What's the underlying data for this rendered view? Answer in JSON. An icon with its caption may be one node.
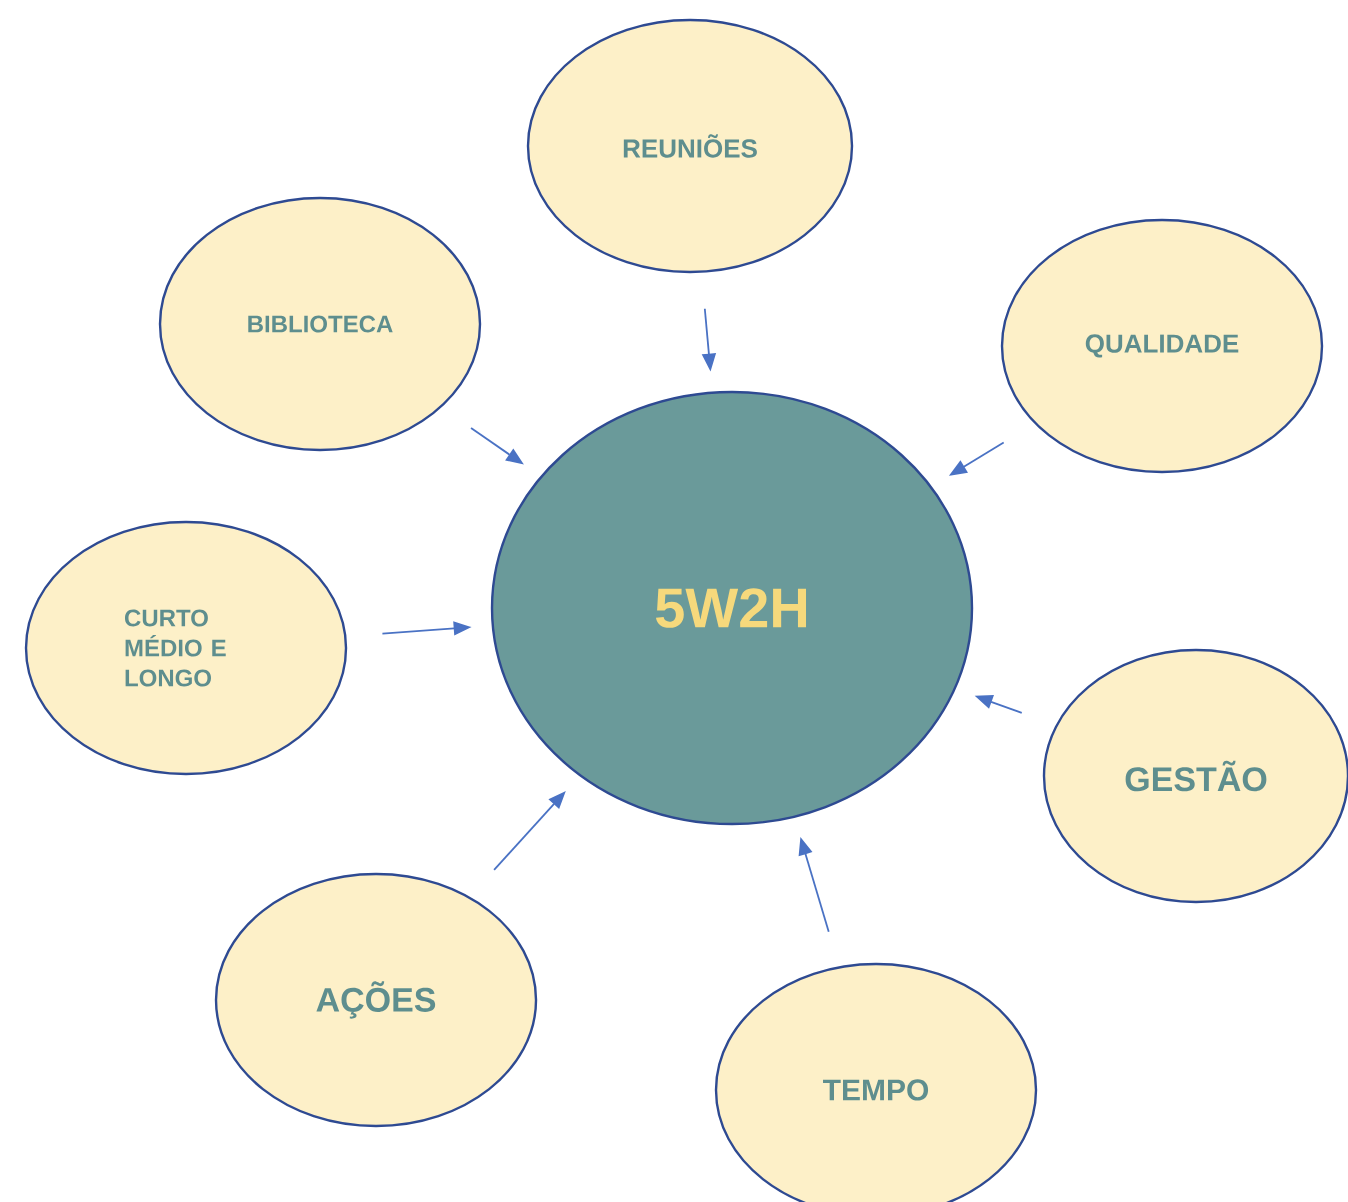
{
  "diagram": {
    "nodes": [
      {
        "text": [
          "REUNIÕES"
        ]
      },
      {
        "text": [
          "BIBLIOTECA"
        ]
      },
      {
        "text": [
          "QUALIDADE"
        ]
      },
      {
        "text": [
          "CURTO MÉDIO E LONGO"
        ]
      },
      {
        "text": [
          "5W2H"
        ]
      },
      {
        "text": [
          "GESTÃO"
        ]
      },
      {
        "text": [
          "AÇÕES"
        ]
      },
      {
        "text": [
          "TEMPO"
        ]
      }
    ],
    "edges": [
      {
        "from": 0,
        "to": 4,
        "arrow": "to"
      },
      {
        "from": 1,
        "to": 4,
        "arrow": "to"
      },
      {
        "from": 2,
        "to": 4,
        "arrow": "to"
      },
      {
        "from": 3,
        "to": 4,
        "arrow": "to"
      },
      {
        "from": 5,
        "to": 4,
        "arrow": "to"
      },
      {
        "from": 6,
        "to": 4,
        "arrow": "to"
      },
      {
        "from": 7,
        "to": 4,
        "arrow": "to"
      }
    ]
  }
}
